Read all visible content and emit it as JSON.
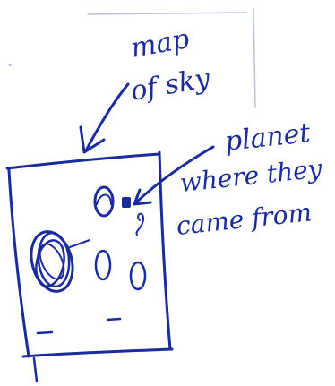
{
  "labels": {
    "map_line1": "map",
    "map_line2": "of sky",
    "planet_line1": "planet",
    "planet_line2": "where they",
    "planet_line3": "came from"
  },
  "colors": {
    "ink": "#1a2b9c",
    "paper": "#ffffff",
    "faint": "#b9c0dd"
  }
}
